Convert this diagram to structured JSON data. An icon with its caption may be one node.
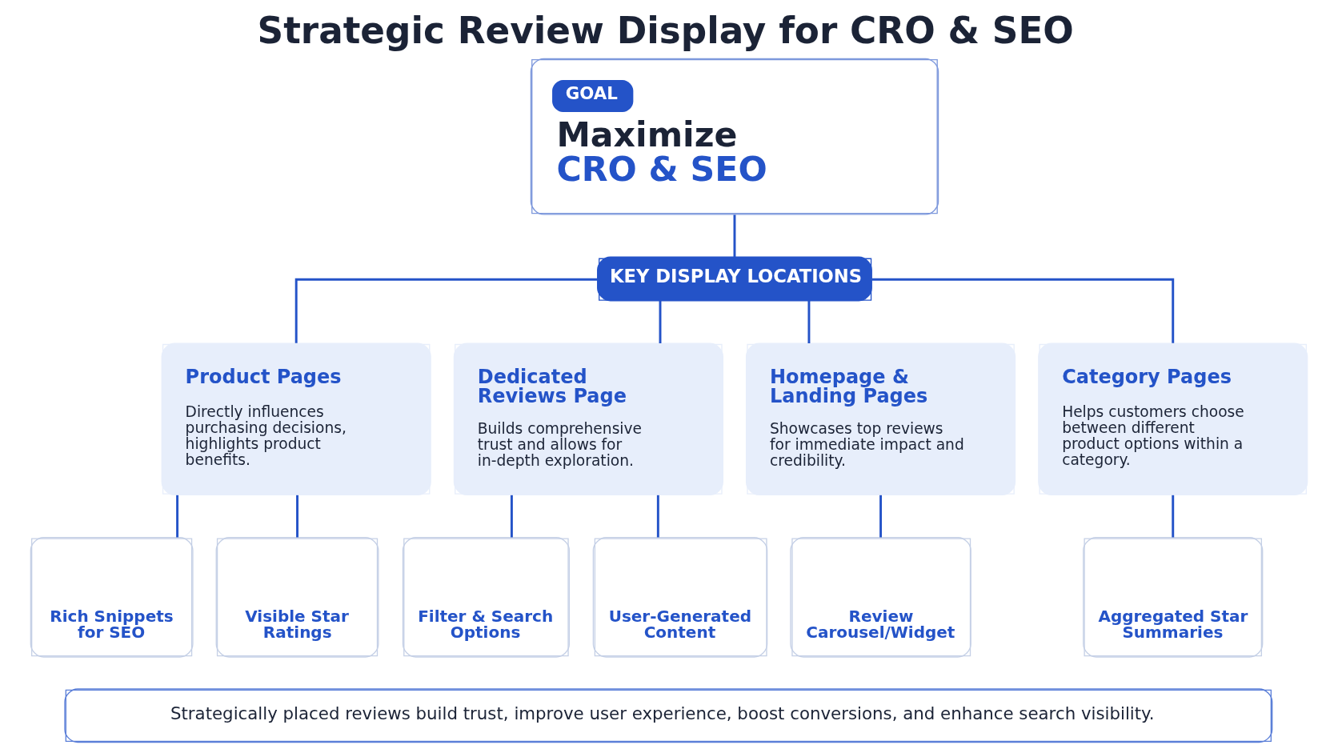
{
  "diagram": {
    "title": "Strategic Review Display for CRO & SEO",
    "nodes": [
      {
        "text": [
          "GOAL",
          "Maximize CRO & SEO"
        ]
      },
      {
        "text": [
          "KEY DISPLAY LOCATIONS"
        ]
      },
      {
        "text": [
          "Product Pages",
          "Directly influences purchasing decisions, highlights product benefits."
        ]
      },
      {
        "text": [
          "Dedicated Reviews Page",
          "Builds comprehensive trust and allows for in-depth exploration."
        ]
      },
      {
        "text": [
          "Homepage & Landing Pages",
          "Showcases top reviews for immediate impact and credibility."
        ]
      },
      {
        "text": [
          "Category Pages",
          "Helps customers choose between different product options within a category."
        ]
      },
      {
        "text": [
          "Rich Snippets for SEO"
        ]
      },
      {
        "text": [
          "Visible Star Ratings"
        ]
      },
      {
        "text": [
          "Filter & Search Options"
        ]
      },
      {
        "text": [
          "User-Generated Content"
        ]
      },
      {
        "text": [
          "Review Carousel/Widget"
        ]
      },
      {
        "text": [
          "Aggregated Star Summaries"
        ]
      },
      {
        "text": [
          "Strategically placed reviews build trust, improve user experience, boost conversions, and enhance search visibility."
        ]
      }
    ],
    "edges": [
      {
        "from": 0,
        "to": 1,
        "arrow": "none"
      },
      {
        "from": 1,
        "to": 2,
        "arrow": "none"
      },
      {
        "from": 1,
        "to": 3,
        "arrow": "none"
      },
      {
        "from": 1,
        "to": 4,
        "arrow": "none"
      },
      {
        "from": 1,
        "to": 5,
        "arrow": "none"
      },
      {
        "from": 2,
        "to": 6,
        "arrow": "none"
      },
      {
        "from": 2,
        "to": 7,
        "arrow": "none"
      },
      {
        "from": 3,
        "to": 8,
        "arrow": "none"
      },
      {
        "from": 3,
        "to": 9,
        "arrow": "none"
      },
      {
        "from": 4,
        "to": 10,
        "arrow": "none"
      },
      {
        "from": 5,
        "to": 11,
        "arrow": "none"
      }
    ]
  }
}
